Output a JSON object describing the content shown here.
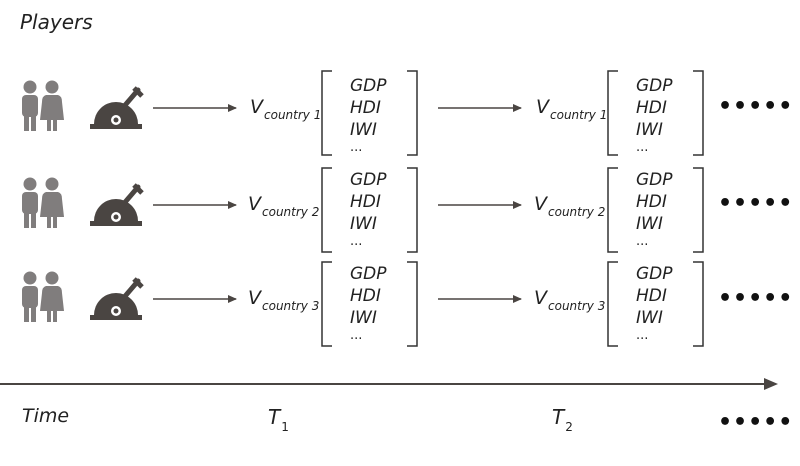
{
  "title": "Players",
  "indicators": [
    "GDP",
    "HDI",
    "IWI",
    "..."
  ],
  "rows": [
    {
      "v_main": "V",
      "v_sub": "country 1"
    },
    {
      "v_main": "V",
      "v_sub": "country 2"
    },
    {
      "v_main": "V",
      "v_sub": "country 3"
    }
  ],
  "ellipsis": "•••••",
  "axis": {
    "label": "Time",
    "t1_main": "T",
    "t1_sub": "1",
    "t2_main": "T",
    "t2_sub": "2",
    "more": "•••••"
  },
  "colors": {
    "icon": "#807d7d",
    "lever": "#4a4542",
    "arrow": "#4a4542"
  },
  "icons": {
    "players": "couple-icon",
    "lever": "voting-lever-icon"
  }
}
